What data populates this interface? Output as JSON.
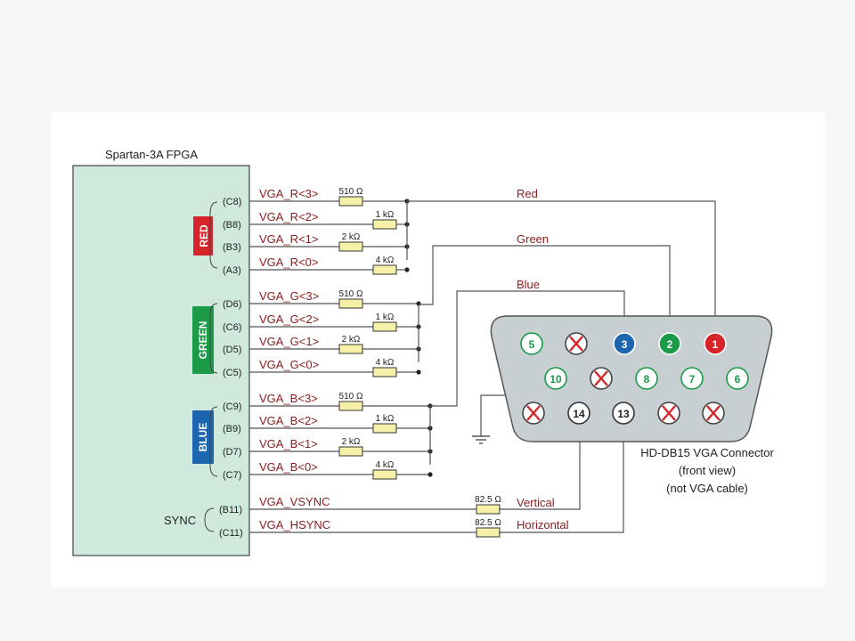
{
  "fpga": {
    "title": "Spartan-3A FPGA"
  },
  "groups": {
    "red": {
      "label": "RED",
      "color": "#d6242b"
    },
    "green": {
      "label": "GREEN",
      "color": "#1b9a48"
    },
    "blue": {
      "label": "BLUE",
      "color": "#1c66b0"
    }
  },
  "sync": {
    "label": "SYNC"
  },
  "signals": [
    {
      "pin": "(C8)",
      "name": "VGA_R<3>",
      "resistor": "510 Ω"
    },
    {
      "pin": "(B8)",
      "name": "VGA_R<2>",
      "resistor": "1 kΩ"
    },
    {
      "pin": "(B3)",
      "name": "VGA_R<1>",
      "resistor": "2 kΩ"
    },
    {
      "pin": "(A3)",
      "name": "VGA_R<0>",
      "resistor": "4 kΩ"
    },
    {
      "pin": "(D6)",
      "name": "VGA_G<3>",
      "resistor": "510 Ω"
    },
    {
      "pin": "(C6)",
      "name": "VGA_G<2>",
      "resistor": "1 kΩ"
    },
    {
      "pin": "(D5)",
      "name": "VGA_G<1>",
      "resistor": "2 kΩ"
    },
    {
      "pin": "(C5)",
      "name": "VGA_G<0>",
      "resistor": "4 kΩ"
    },
    {
      "pin": "(C9)",
      "name": "VGA_B<3>",
      "resistor": "510 Ω"
    },
    {
      "pin": "(B9)",
      "name": "VGA_B<2>",
      "resistor": "1 kΩ"
    },
    {
      "pin": "(D7)",
      "name": "VGA_B<1>",
      "resistor": "2 kΩ"
    },
    {
      "pin": "(C7)",
      "name": "VGA_B<0>",
      "resistor": "4 kΩ"
    },
    {
      "pin": "(B11)",
      "name": "VGA_VSYNC",
      "resistor": "82.5 Ω"
    },
    {
      "pin": "(C11)",
      "name": "VGA_HSYNC",
      "resistor": "82.5 Ω"
    }
  ],
  "wires": {
    "red": "Red",
    "green": "Green",
    "blue": "Blue",
    "vertical": "Vertical",
    "horizontal": "Horizontal"
  },
  "connector": {
    "caption": [
      "HD-DB15 VGA Connector",
      "(front view)",
      "(not VGA cable)"
    ],
    "row1": [
      {
        "label": "5",
        "kind": "green-outline"
      },
      {
        "label": "",
        "kind": "nc"
      },
      {
        "label": "3",
        "kind": "blue"
      },
      {
        "label": "2",
        "kind": "green"
      },
      {
        "label": "1",
        "kind": "red"
      }
    ],
    "row2": [
      {
        "label": "10",
        "kind": "green-outline"
      },
      {
        "label": "",
        "kind": "nc"
      },
      {
        "label": "8",
        "kind": "green-outline"
      },
      {
        "label": "7",
        "kind": "green-outline"
      },
      {
        "label": "6",
        "kind": "green-outline"
      }
    ],
    "row3": [
      {
        "label": "",
        "kind": "nc"
      },
      {
        "label": "14",
        "kind": "black-outline"
      },
      {
        "label": "13",
        "kind": "black-outline"
      },
      {
        "label": "",
        "kind": "nc"
      },
      {
        "label": "",
        "kind": "nc"
      }
    ]
  },
  "colors": {
    "signal_text": "#8b1c1c",
    "wire": "#555555",
    "fpga_fill": "#cfe9dc",
    "connector_fill": "#c8cfd3"
  }
}
